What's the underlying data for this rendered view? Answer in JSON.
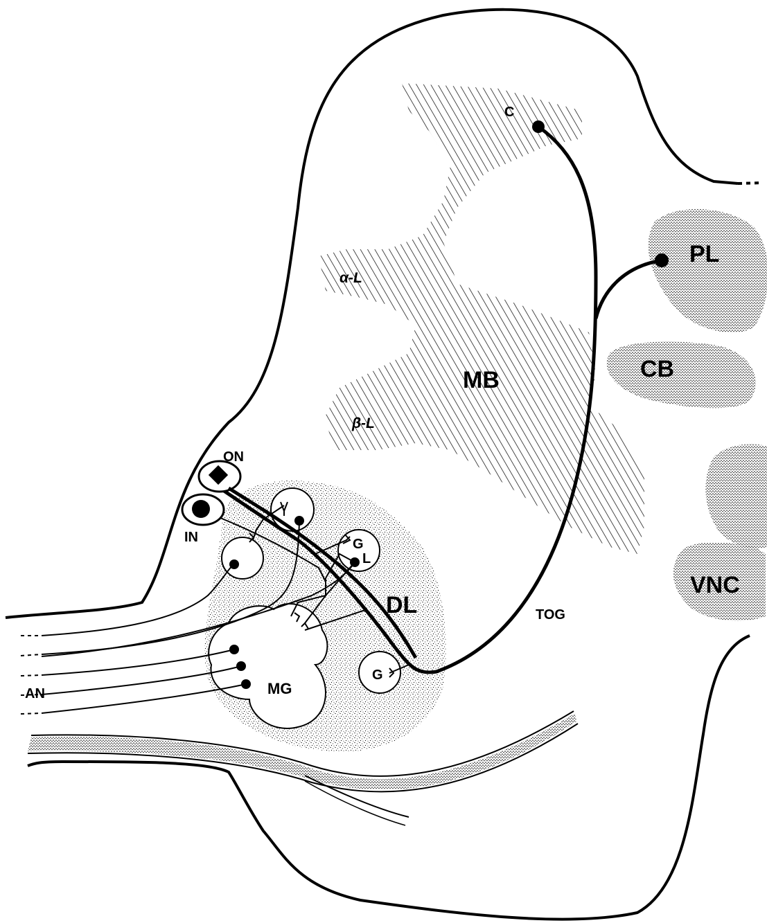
{
  "diagram": {
    "labels": {
      "c": "C",
      "alpha_l": "α-L",
      "beta_l": "β-L",
      "mb": "MB",
      "pl": "PL",
      "cb": "CB",
      "vnc": "VNC",
      "on": "ON",
      "in": "IN",
      "dl": "DL",
      "tog": "TOG",
      "mg": "MG",
      "an": "AN",
      "g_upper": "G",
      "l_upper": "L",
      "g_lower": "G"
    },
    "colors": {
      "ink": "#000000",
      "background": "#ffffff"
    }
  }
}
